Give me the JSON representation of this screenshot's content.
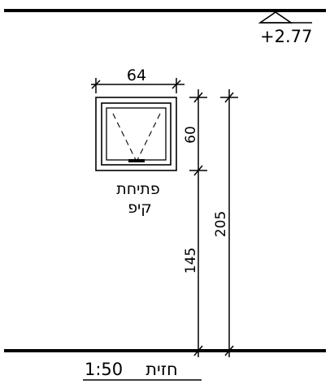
{
  "level_marker": {
    "value": "+2.77"
  },
  "window": {
    "width_label": "64",
    "height_label": "60",
    "type_label_line1": "פתיחת",
    "type_label_line2": "קיפ"
  },
  "dimensions": {
    "sill_height_label": "145",
    "total_height_label": "205"
  },
  "title": {
    "text": "חזית",
    "scale": "1:50"
  }
}
